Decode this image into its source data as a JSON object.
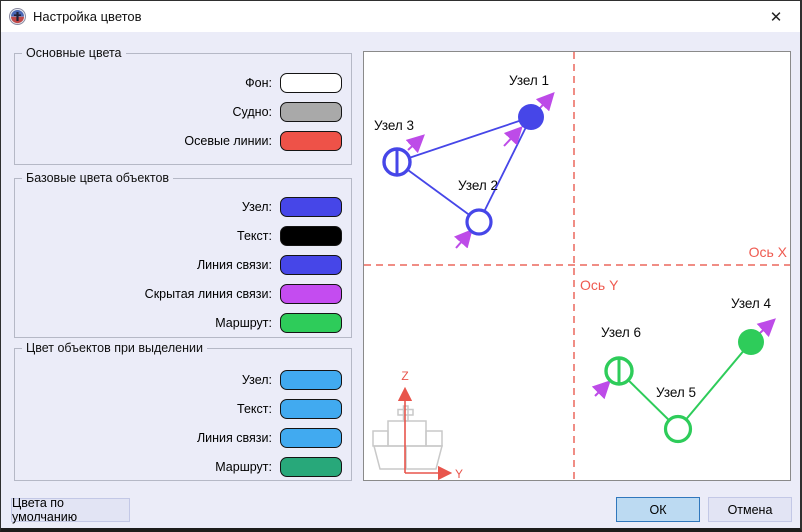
{
  "window": {
    "title": "Настройка цветов",
    "close_glyph": "✕",
    "app_icon": "ship-logo-icon"
  },
  "groups": [
    {
      "title": "Основные цвета",
      "rows": [
        {
          "label": "Фон:",
          "color": "#ffffff"
        },
        {
          "label": "Судно:",
          "color": "#a9a9a9"
        },
        {
          "label": "Осевые линии:",
          "color": "#ee5248"
        }
      ]
    },
    {
      "title": "Базовые цвета объектов",
      "rows": [
        {
          "label": "Узел:",
          "color": "#4646e8"
        },
        {
          "label": "Текст:",
          "color": "#000000"
        },
        {
          "label": "Линия связи:",
          "color": "#4646e8"
        },
        {
          "label": "Скрытая линия связи:",
          "color": "#c44cf0"
        },
        {
          "label": "Маршрут:",
          "color": "#2ecc5a"
        }
      ]
    },
    {
      "title": "Цвет объектов при выделении",
      "rows": [
        {
          "label": "Узел:",
          "color": "#41aaf0"
        },
        {
          "label": "Текст:",
          "color": "#41aaf0"
        },
        {
          "label": "Линия связи:",
          "color": "#41aaf0"
        },
        {
          "label": "Маршрут:",
          "color": "#28a87a"
        }
      ]
    }
  ],
  "preview": {
    "axis_x_label": "Ось X",
    "axis_y_label": "Ось Y",
    "nodes": [
      {
        "label": "Узел 1"
      },
      {
        "label": "Узел 2"
      },
      {
        "label": "Узел 3"
      },
      {
        "label": "Узел 4"
      },
      {
        "label": "Узел 5"
      },
      {
        "label": "Узел 6"
      }
    ],
    "ship": {
      "z_label": "Z",
      "y_label": "Y"
    }
  },
  "buttons": {
    "defaults": "Цвета по умолчанию",
    "ok": "ОК",
    "cancel": "Отмена"
  },
  "colors": {
    "node_blue": "#4646e8",
    "edge_blue": "#4646e8",
    "route_green": "#2ecc5a",
    "arrow_magenta": "#bd4be8",
    "axis_dash": "#f08d85",
    "axis_label": "#ef5a50",
    "ship_gray": "#c9c9c9",
    "ship_axis_red": "#e8554c",
    "label_black": "#0a0a0a"
  }
}
